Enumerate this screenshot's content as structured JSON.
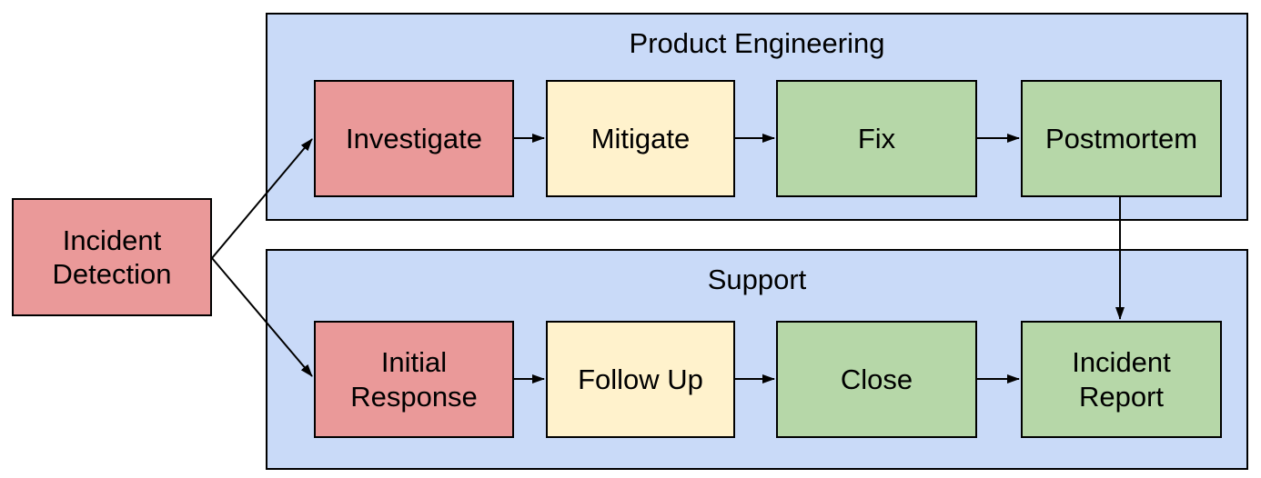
{
  "diagram": {
    "type": "flowchart",
    "background": "#ffffff",
    "line_color": "#000000",
    "lane_fill": "#c9daf8",
    "step_fill_red": "#ea9999",
    "step_fill_yellow": "#fff2cc",
    "step_fill_green": "#b6d7a8"
  },
  "start": {
    "label": "Incident Detection",
    "color": "#ea9999"
  },
  "lanes": [
    {
      "title": "Product Engineering",
      "steps": [
        {
          "label": "Investigate",
          "color": "#ea9999"
        },
        {
          "label": "Mitigate",
          "color": "#fff2cc"
        },
        {
          "label": "Fix",
          "color": "#b6d7a8"
        },
        {
          "label": "Postmortem",
          "color": "#b6d7a8"
        }
      ]
    },
    {
      "title": "Support",
      "steps": [
        {
          "label": "Initial Response",
          "color": "#ea9999"
        },
        {
          "label": "Follow Up",
          "color": "#fff2cc"
        },
        {
          "label": "Close",
          "color": "#b6d7a8"
        },
        {
          "label": "Incident Report",
          "color": "#b6d7a8"
        }
      ]
    }
  ],
  "connections": [
    {
      "from": "Incident Detection",
      "to": "Investigate"
    },
    {
      "from": "Incident Detection",
      "to": "Initial Response"
    },
    {
      "from": "Investigate",
      "to": "Mitigate"
    },
    {
      "from": "Mitigate",
      "to": "Fix"
    },
    {
      "from": "Fix",
      "to": "Postmortem"
    },
    {
      "from": "Postmortem",
      "to": "Incident Report"
    },
    {
      "from": "Initial Response",
      "to": "Follow Up"
    },
    {
      "from": "Follow Up",
      "to": "Close"
    },
    {
      "from": "Close",
      "to": "Incident Report"
    }
  ]
}
